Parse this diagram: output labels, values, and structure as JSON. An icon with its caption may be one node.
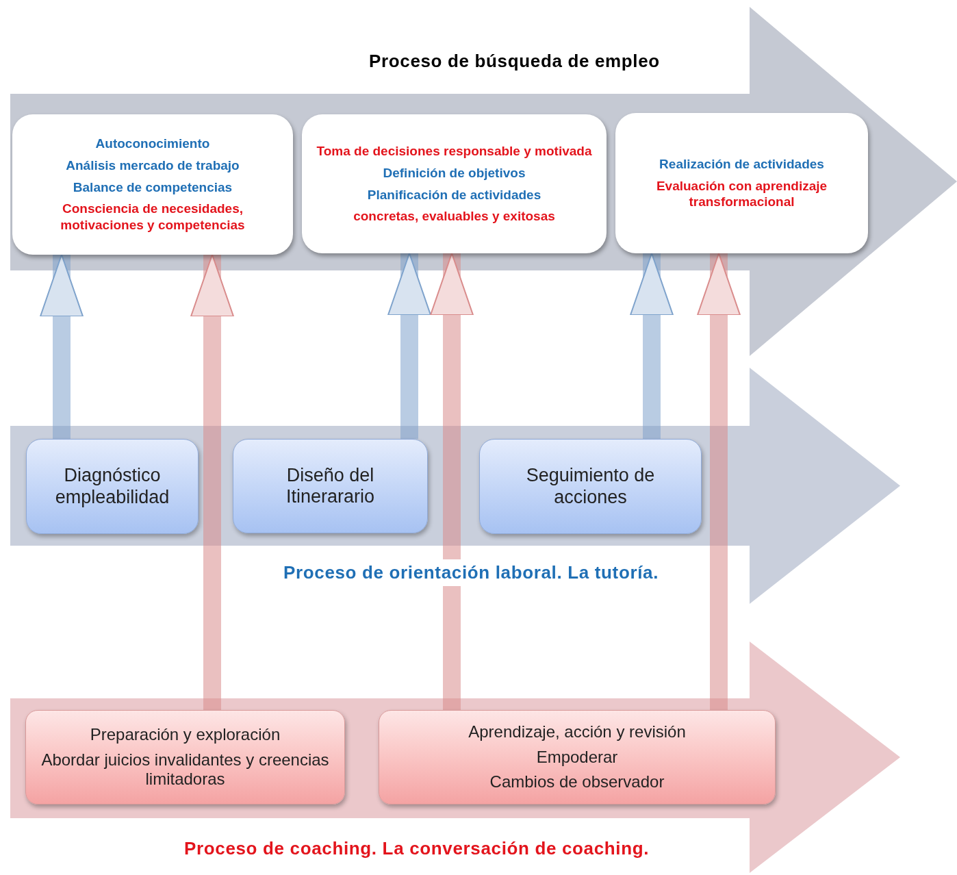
{
  "diagram": {
    "nodes": [
      {
        "text": [
          "Proceso de búsqueda de empleo"
        ]
      },
      {
        "text": [
          "Autoconocimiento",
          "Análisis mercado de trabajo",
          "Balance de competencias",
          "Consciencia de necesidades, motivaciones y competencias"
        ],
        "in": 0
      },
      {
        "text": [
          "Toma de decisiones responsable y motivada",
          "Definición de objetivos",
          "Planificación de actividades",
          "concretas, evaluables y exitosas"
        ],
        "in": 0
      },
      {
        "text": [
          "Realización de actividades",
          "Evaluación con aprendizaje transformacional"
        ],
        "in": 0
      },
      {
        "text": [
          "Proceso de orientación laboral. La tutoría."
        ]
      },
      {
        "text": [
          "Diagnóstico empleabilidad"
        ],
        "in": 4
      },
      {
        "text": [
          "Diseño del Itinerarario"
        ],
        "in": 4
      },
      {
        "text": [
          "Seguimiento de acciones"
        ],
        "in": 4
      },
      {
        "text": [
          "Proceso de coaching. La conversación de coaching."
        ]
      },
      {
        "text": [
          "Preparación y exploración",
          "Abordar juicios invalidantes y creencias limitadoras"
        ],
        "in": 8
      },
      {
        "text": [
          "Aprendizaje, acción y revisión",
          "Empoderar",
          "Cambios de observador"
        ],
        "in": 8
      }
    ],
    "edges": [
      {
        "from": 5,
        "to": 1,
        "arrow": "to",
        "color": "#7fa3cc"
      },
      {
        "from": 9,
        "to": 1,
        "arrow": "to",
        "color": "#d98c8c"
      },
      {
        "from": 6,
        "to": 2,
        "arrow": "to",
        "color": "#7fa3cc"
      },
      {
        "from": 10,
        "to": 2,
        "arrow": "to",
        "color": "#d98c8c"
      },
      {
        "from": 7,
        "to": 3,
        "arrow": "to",
        "color": "#7fa3cc"
      },
      {
        "from": 10,
        "to": 3,
        "arrow": "to",
        "color": "#d98c8c"
      }
    ]
  }
}
